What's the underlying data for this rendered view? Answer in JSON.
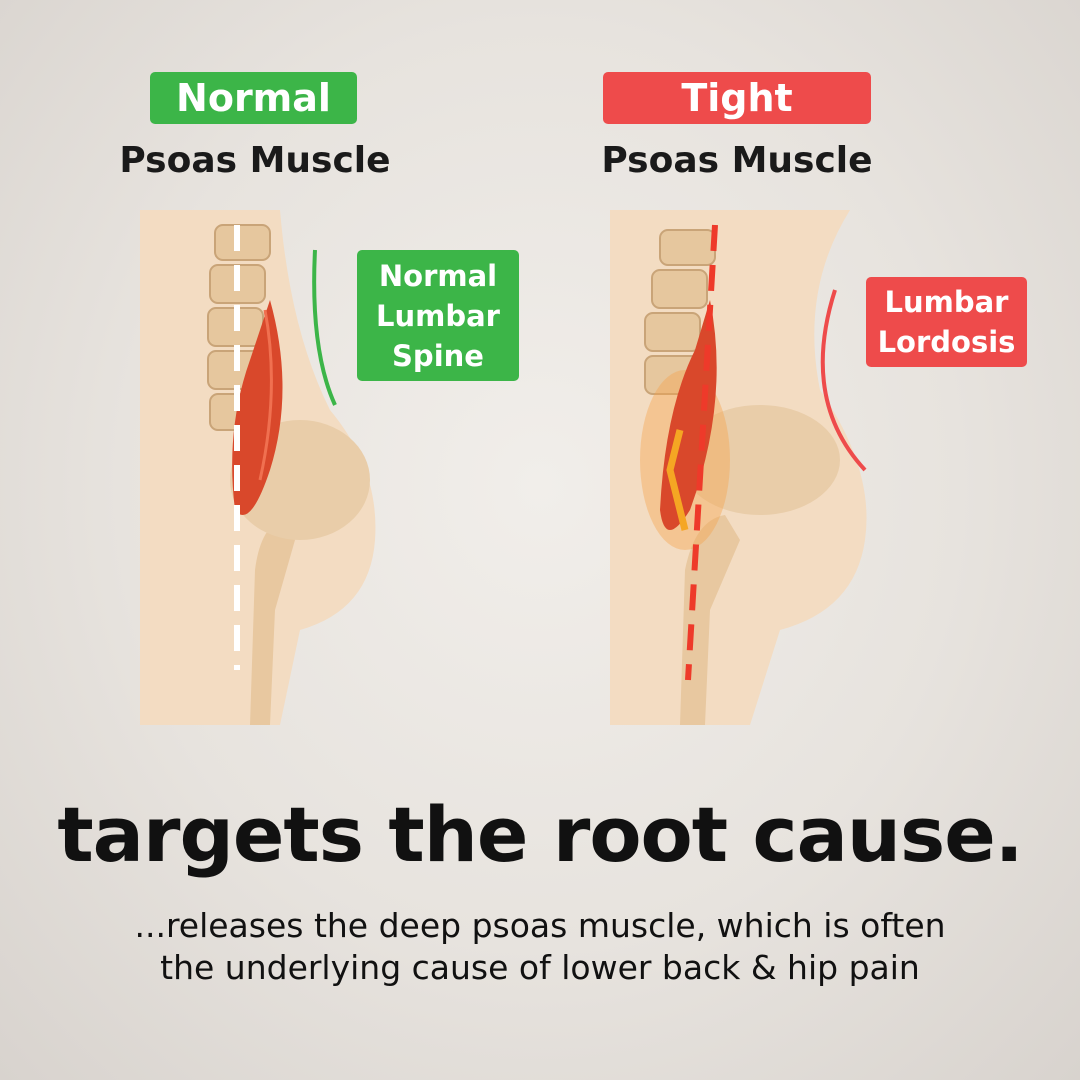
{
  "normal": {
    "badge": "Normal",
    "subtitle": "Psoas Muscle",
    "label_lines": [
      "Normal",
      "Lumbar",
      "Spine"
    ],
    "color": "#3cb548"
  },
  "tight": {
    "badge": "Tight",
    "subtitle": "Psoas Muscle",
    "label_lines": [
      "Lumbar",
      "Lordosis"
    ],
    "color": "#ee4b4b"
  },
  "headline": "targets the root cause.",
  "description_lines": [
    "...releases the deep psoas muscle, which is often",
    "the underlying cause of lower back & hip pain"
  ]
}
